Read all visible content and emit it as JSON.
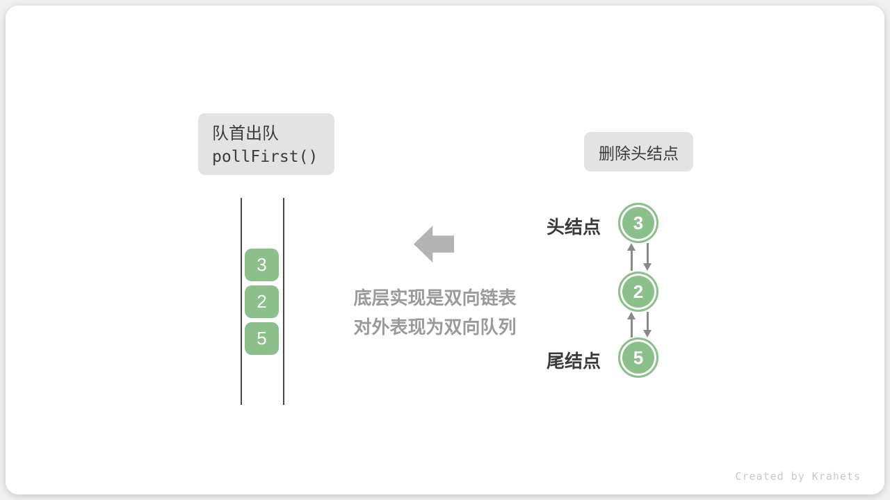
{
  "card": {
    "operation_label": {
      "line1": "队首出队",
      "line2": "pollFirst()"
    },
    "action_label": "删除头结点",
    "queue": {
      "values": [
        "3",
        "2",
        "5"
      ]
    },
    "note": {
      "line1": "底层实现是双向链表",
      "line2": "对外表现为双向队列"
    },
    "linked_list": {
      "head_label": "头结点",
      "tail_label": "尾结点",
      "nodes": [
        "3",
        "2",
        "5"
      ]
    },
    "credit": "Created by Krahets"
  },
  "colors": {
    "node_green": "#8BC08B",
    "label_box_bg": "#E3E3E3",
    "queue_rail": "#474747",
    "block_arrow_grey": "#B3B3B3",
    "note_text_grey": "#9A9A9A",
    "heading_text": "#3B3B3B",
    "link_arrow_grey": "#8A8A8A",
    "credit_text": "#C8C8C8",
    "card_bg": "#FFFFFF"
  }
}
